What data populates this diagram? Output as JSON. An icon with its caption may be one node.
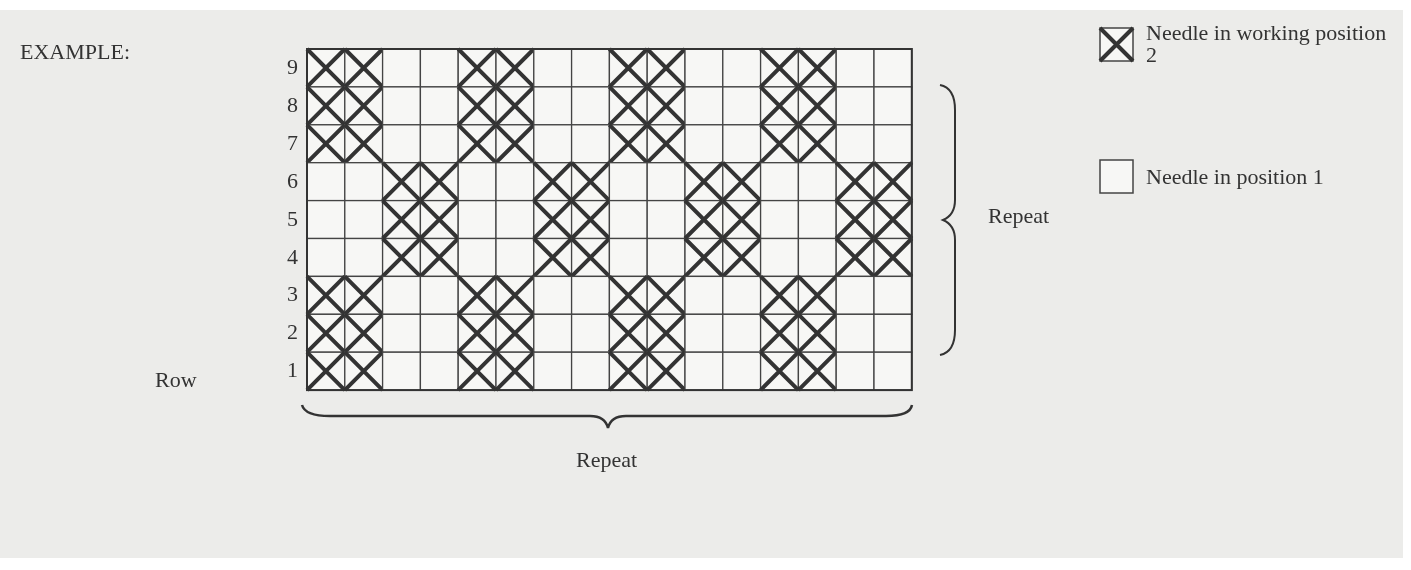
{
  "diagram": {
    "labels": [
      "EXAMPLE:",
      "9",
      "8",
      "7",
      "6",
      "5",
      "4",
      "3",
      "2",
      "1",
      "Row",
      "Repeat",
      "Repeat"
    ],
    "legend": [
      {
        "text": "Needle in working position 2"
      },
      {
        "text": "Needle in position 1"
      }
    ]
  }
}
